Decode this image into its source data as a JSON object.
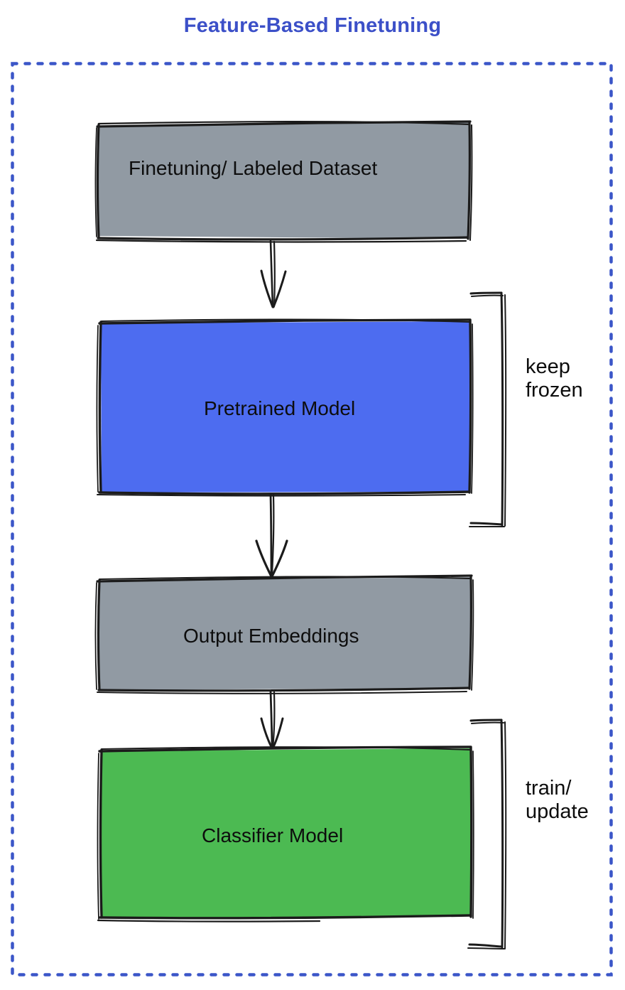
{
  "diagram": {
    "title": "Feature-Based Finetuning",
    "title_color": "#3c50c8",
    "frame": {
      "name": "dashed-frame",
      "style": "dashed",
      "color": "#3b56c8"
    },
    "nodes": [
      {
        "id": "finetuning-dataset",
        "label": "Finetuning/ Labeled Dataset",
        "fill": "#919aa3",
        "stroke": "#1b1b1b"
      },
      {
        "id": "pretrained-model",
        "label": "Pretrained Model",
        "fill": "#4d6cf0",
        "stroke": "#1b1b1b"
      },
      {
        "id": "output-embeddings",
        "label": "Output Embeddings",
        "fill": "#919aa3",
        "stroke": "#1b1b1b"
      },
      {
        "id": "classifier-model",
        "label": "Classifier Model",
        "fill": "#4cba52",
        "stroke": "#1b1b1b"
      }
    ],
    "edges": [
      {
        "id": "edge-dataset-to-pretrained",
        "from": "finetuning-dataset",
        "to": "pretrained-model",
        "label": ""
      },
      {
        "id": "edge-pretrained-to-embeddings",
        "from": "pretrained-model",
        "to": "output-embeddings",
        "label": ""
      },
      {
        "id": "edge-embeddings-to-classifier",
        "from": "output-embeddings",
        "to": "classifier-model",
        "label": ""
      }
    ],
    "annotations": [
      {
        "id": "keep-frozen",
        "target": "pretrained-model",
        "lines": [
          "keep",
          "frozen"
        ],
        "line1": "keep",
        "line2": "frozen"
      },
      {
        "id": "train-update",
        "target": "classifier-model",
        "lines": [
          "train/",
          "update"
        ],
        "line1": "train/",
        "line2": "update"
      }
    ]
  }
}
